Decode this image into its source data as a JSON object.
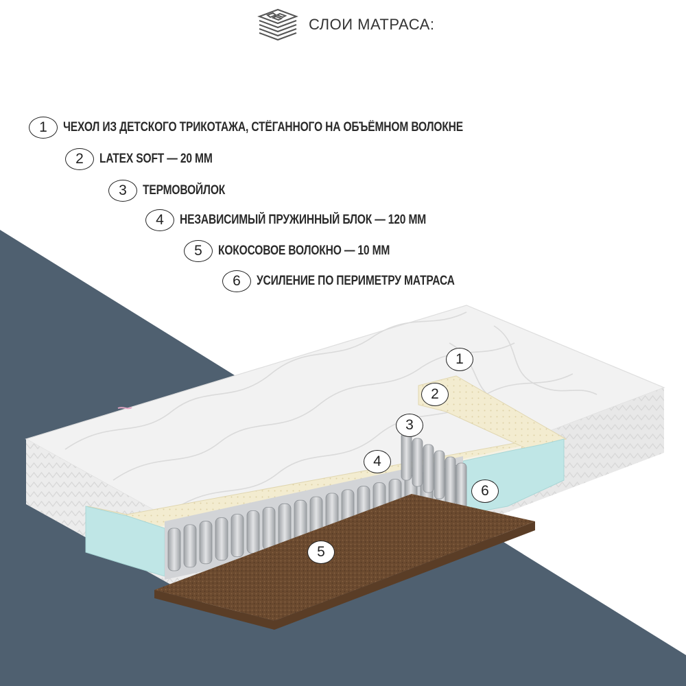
{
  "header": {
    "title": "СЛОИ МАТРАСА:",
    "icon": "layers-icon"
  },
  "legend": [
    {
      "num": "1",
      "text": "ЧЕХОЛ ИЗ ДЕТСКОГО ТРИКОТАЖА, СТЁГАННОГО НА ОБЪЁМНОМ ВОЛОКНЕ"
    },
    {
      "num": "2",
      "text": "LATEX SOFT — 20 ММ"
    },
    {
      "num": "3",
      "text": "ТЕРМОВОЙЛОК"
    },
    {
      "num": "4",
      "text": "НЕЗАВИСИМЫЙ ПРУЖИННЫЙ БЛОК — 120 ММ"
    },
    {
      "num": "5",
      "text": "КОКОСОВОЕ ВОЛОКНО — 10 ММ"
    },
    {
      "num": "6",
      "text": "УСИЛЕНИЕ ПО ПЕРИМЕТРУ МАТРАСА"
    }
  ],
  "markers": [
    "1",
    "2",
    "3",
    "4",
    "5",
    "6"
  ],
  "colors": {
    "background_dark": "#4f6070",
    "background_light": "#ffffff",
    "cover": "#f2f2f2",
    "latex": "#f3ecd0",
    "felt": "#f5f1e4",
    "springs": "#c9cbce",
    "coir": "#6b4a2f",
    "perimeter_foam": "#bfe6e6"
  }
}
